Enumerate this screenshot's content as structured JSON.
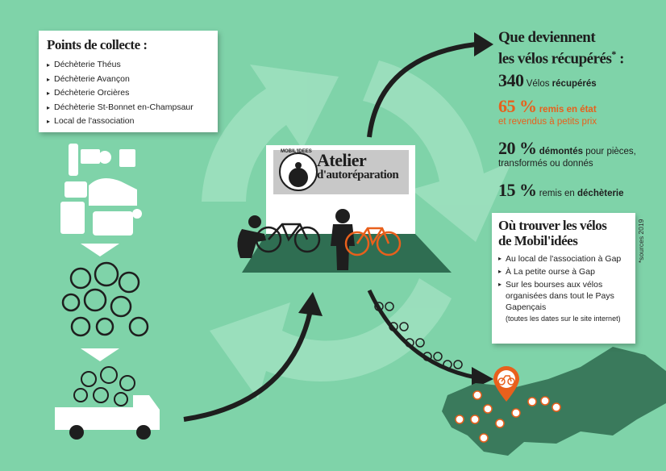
{
  "collect": {
    "title": "Points de collecte :",
    "items": [
      "Déchèterie Théus",
      "Déchèterie Avançon",
      "Déchèterie Orcières",
      "Déchèterie St-Bonnet en-Champsaur",
      "Local de l'association"
    ]
  },
  "atelier": {
    "title_line1": "Atelier",
    "title_line2": "d'autoréparation",
    "logo_text": "MOBIL'IDEES"
  },
  "question": {
    "line1": "Que deviennent",
    "line2": "les vélos récupérés",
    "star": "*",
    "colon": " :"
  },
  "stats": [
    {
      "number": "340",
      "text_a": "Vélos ",
      "text_b": "récupérés"
    },
    {
      "number": "65 %",
      "text_a": "remis en état",
      "text_b": "et revendus à petits prix"
    },
    {
      "number": "20 %",
      "text_a": "démontés",
      "text_b": " pour pièces,",
      "text_c": "transformés ou donnés"
    },
    {
      "number": "15 %",
      "text_a": "remis en ",
      "text_b": "déchèterie"
    }
  ],
  "where": {
    "title_line1": "Où trouver les vélos",
    "title_line2": "de Mobil'idées",
    "items": [
      "Au local de l'association à Gap",
      "À La petite ourse à Gap",
      "Sur les bourses aux vélos organisées dans tout le Pays Gapençais"
    ],
    "note": "(toutes les dates sur le site internet)"
  },
  "sources": "*sources 2019",
  "colors": {
    "background": "#7fd3a9",
    "accent": "#e8601c",
    "dark": "#1e1e1e",
    "map": "#3a7a5c"
  }
}
